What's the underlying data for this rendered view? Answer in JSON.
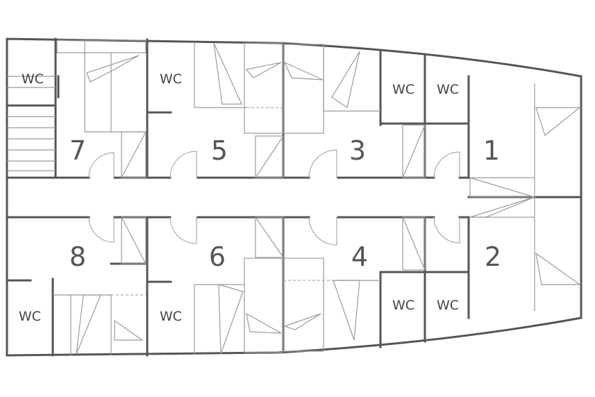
{
  "cabins": [
    {
      "number": "1"
    },
    {
      "number": "2"
    },
    {
      "number": "3"
    },
    {
      "number": "4"
    },
    {
      "number": "5"
    },
    {
      "number": "6"
    },
    {
      "number": "7"
    },
    {
      "number": "8"
    }
  ],
  "wc_label": "WC",
  "colors": {
    "wall": "#555555",
    "fixture": "#9a9a9a",
    "background": "#ffffff"
  }
}
